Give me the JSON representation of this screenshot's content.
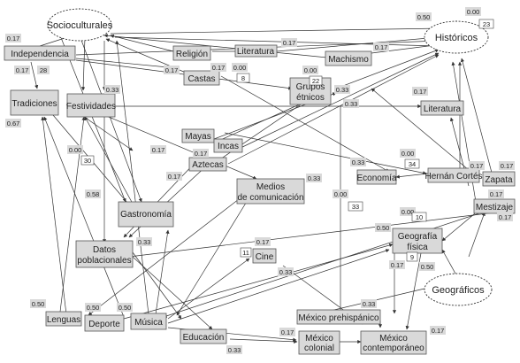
{
  "nodes": {
    "socioculturales": "Socioculturales",
    "historicos": "Históricos",
    "geograficos": "Geográficos",
    "independencia": "Independencia",
    "religion": "Religión",
    "literatura_top": "Literatura",
    "machismo": "Machismo",
    "castas": "Castas",
    "tradiciones": "Tradiciones",
    "festividades": "Festividades",
    "grupos_etnicos_1": "Grupos",
    "grupos_etnicos_2": "étnicos",
    "literatura": "Literatura",
    "mayas": "Mayas",
    "incas": "Incas",
    "aztecas": "Aztecas",
    "medios_1": "Medios",
    "medios_2": "de comunicación",
    "economia": "Economía",
    "hernan_cortes": "Hernán Cortés",
    "zapata": "Zapata",
    "mestizaje": "Mestizaje",
    "gastronomia": "Gastronomía",
    "geografia_1": "Geografía",
    "geografia_2": "física",
    "datos_1": "Datos",
    "datos_2": "poblacionales",
    "cine": "Cine",
    "lenguas": "Lenguas",
    "deporte": "Deporte",
    "musica": "Música",
    "educacion": "Educación",
    "mexico_prehispanico": "México prehispánico",
    "mexico_colonial_1": "México",
    "mexico_colonial_2": "colonial",
    "mexico_contemporaneo_1": "México",
    "mexico_contemporaneo_2": "contemporáneo"
  },
  "weights": {
    "w_indep": "0.17",
    "w_trad_28_l": "0.17",
    "w_trad_28": "28",
    "w_trad_067": "0.67",
    "w_fest_033": "0.33",
    "w_castas_017": "0.17",
    "w_castas_017b": "0.17",
    "w_castas_000": "0.00",
    "w_castas_8": "8",
    "w_lit_017": "0.17",
    "w_mach_017": "0.17",
    "w_grupos_000": "0.00",
    "w_grupos_22": "22",
    "w_grupos_033": "0.33",
    "w_hist_050": "0.50",
    "w_hist_000": "0.00",
    "w_hist_23": "23",
    "w_lit_right_017": "0.17",
    "w_mid_033": "0.33",
    "w_fest_000": "0.00",
    "w_fest_30": "30",
    "w_mayas_017": "0.17",
    "w_incas_017": "0.17",
    "w_econ_033": "0.33",
    "w_econ_000": "0.00",
    "w_econ_34": "34",
    "w_hc_017": "0.17",
    "w_zap_017": "0.17",
    "w_zap_017b": "0.17",
    "w_medios_033": "0.33",
    "w_medios_000": "0.00",
    "w_medios_33": "33",
    "w_gas_058": "0.58",
    "w_gas_017": "0.17",
    "w_mest_017": "0.17",
    "w_geo_000": "0.00",
    "w_geo_10": "10",
    "w_geo_050": "0.50",
    "w_geo_9": "9",
    "w_geo_050b": "0.50",
    "w_geo_017": "0.17",
    "w_datos_033": "0.33",
    "w_cine_017": "0.17",
    "w_cine_11": "11",
    "w_cine_033": "0.33",
    "w_leng_050": "0.50",
    "w_dep_050": "0.50",
    "w_dep_050b": "0.50",
    "w_prehisp_033": "0.33",
    "w_col_017": "0.17",
    "w_edu_033": "0.33",
    "w_cont_017": "0.17"
  }
}
